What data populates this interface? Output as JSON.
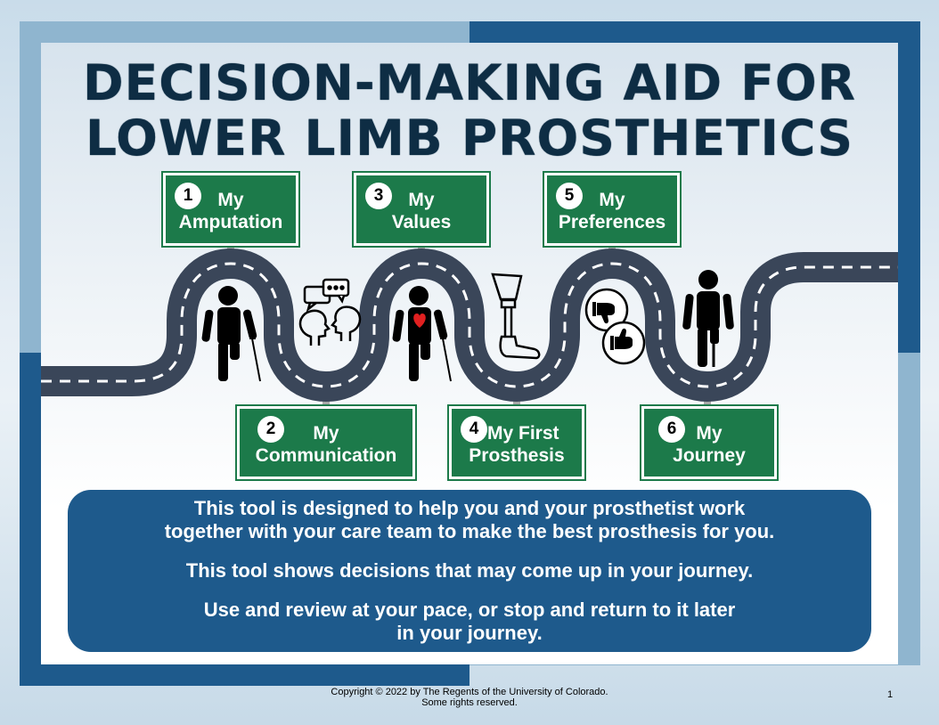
{
  "title": {
    "line1": "DECISION-MAKING AID FOR",
    "line2": "LOWER LIMB PROSTHETICS"
  },
  "steps": [
    {
      "number": "1",
      "line1": "My",
      "line2": "Amputation"
    },
    {
      "number": "2",
      "line1": "My",
      "line2": "Communication"
    },
    {
      "number": "3",
      "line1": "My",
      "line2": "Values"
    },
    {
      "number": "4",
      "line1": "My First",
      "line2": "Prosthesis"
    },
    {
      "number": "5",
      "line1": "My",
      "line2": "Preferences"
    },
    {
      "number": "6",
      "line1": "My",
      "line2": "Journey"
    }
  ],
  "icons": [
    "person-with-cane-icon",
    "chat-heads-icon",
    "person-with-heart-icon",
    "prosthetic-leg-icon",
    "thumbs-down-up-icon",
    "standing-person-prosthesis-icon"
  ],
  "info": {
    "p1_line1": "This tool is designed to help you and your prosthetist work",
    "p1_line2": "together with your care team to make the best prosthesis for you.",
    "p2": "This tool shows decisions that may come up in your journey.",
    "p3_line1": "Use and review at your pace, or stop and return to it later",
    "p3_line2": "in your journey."
  },
  "footer": {
    "copyright_line1": "Copyright © 2022 by The Regents of the University of Colorado.",
    "copyright_line2": "Some rights reserved.",
    "page_number": "1"
  },
  "colors": {
    "navy": "#1e5a8c",
    "light_blue": "#8fb5cf",
    "sign_green": "#1c7a4a",
    "road": "#3a4659",
    "heart": "#e02020"
  }
}
